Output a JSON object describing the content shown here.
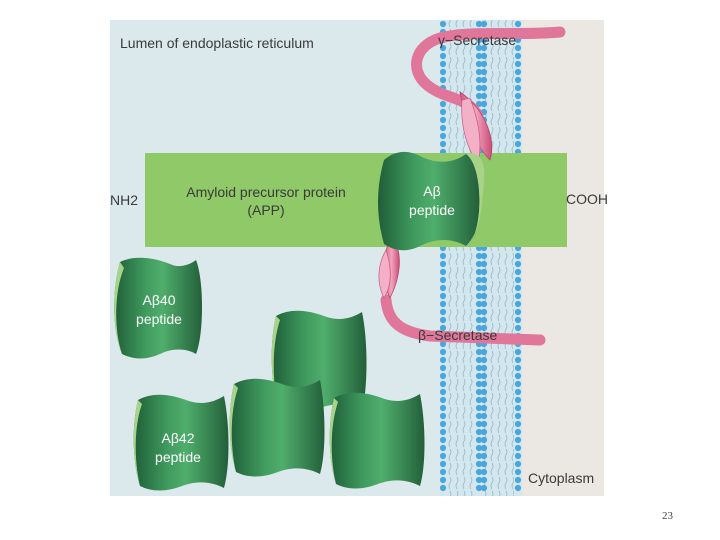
{
  "lumen_label": "Lumen of endoplastic reticulum",
  "cytoplasm_label": "Cytoplasm",
  "gamma_secretase_label": "γ−Secretase",
  "beta_secretase_label": "β−Secretase",
  "nh2_label": "NH2",
  "cooh_label": "COOH",
  "app_label_line1": "Amyloid precursor protein",
  "app_label_line2": "(APP)",
  "abeta_label_line1": "Aβ",
  "abeta_label_line2": "peptide",
  "abeta40_label_line1": "Aβ40",
  "abeta40_label_line2": "peptide",
  "abeta42_label_line1": "Aβ42",
  "abeta42_label_line2": "peptide",
  "page_number": "23",
  "colors": {
    "lumen_bg": "#dbe9ec",
    "cytoplasm_bg": "#ebe7e2",
    "membrane_head": "#4aa6dc",
    "app_band": "#8fc968",
    "peptide_dark": "#2e7a4a",
    "peptide_light": "#9fd080",
    "secretase": "#e0779a"
  }
}
